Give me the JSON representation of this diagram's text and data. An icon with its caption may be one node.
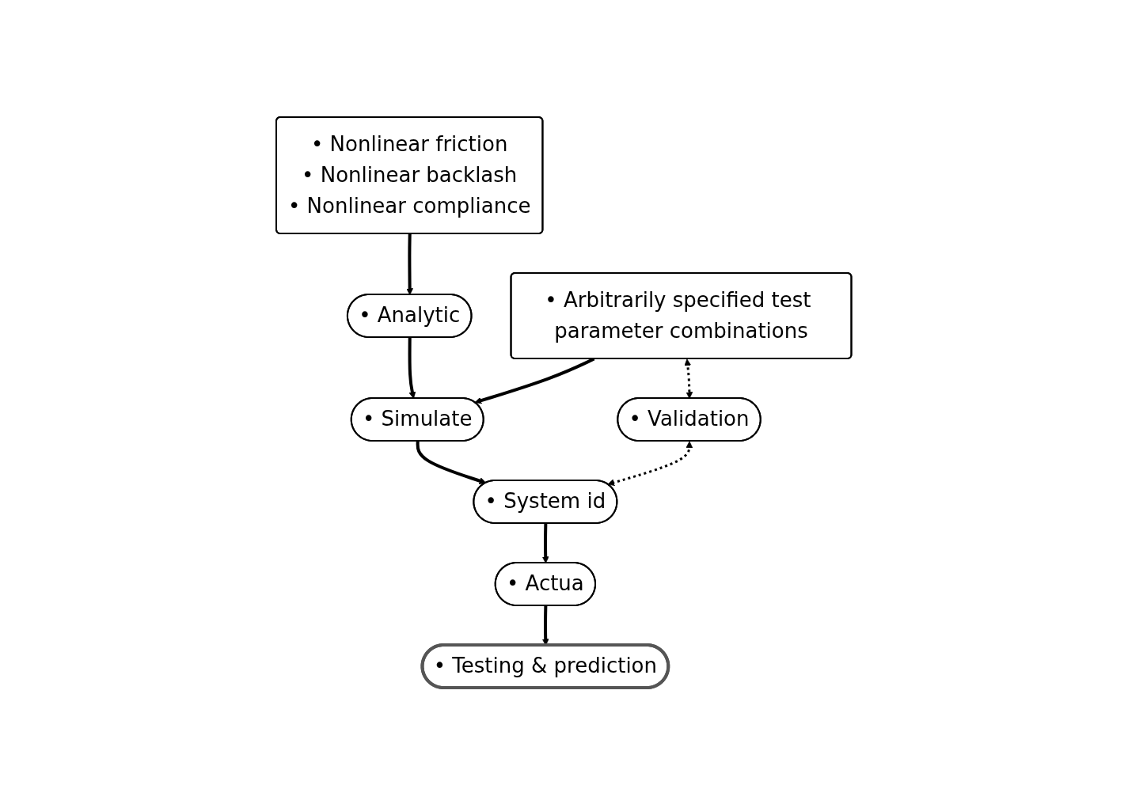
{
  "diagram": {
    "nodes": [
      {
        "text": [
          "• Nonlinear friction",
          "• Nonlinear backlash",
          "• Nonlinear compliance"
        ]
      },
      {
        "text": [
          "• Analytic"
        ]
      },
      {
        "text": [
          "• Arbitrarily specified test parameter combinations"
        ]
      },
      {
        "text": [
          "• Simulate"
        ]
      },
      {
        "text": [
          "• Validation"
        ]
      },
      {
        "text": [
          "• System id"
        ]
      },
      {
        "text": [
          "• Testing & prediction"
        ]
      },
      {
        "text": [
          "• Actua"
        ]
      }
    ],
    "edges": [
      {
        "from": 0,
        "to": 1,
        "arrow": "to"
      },
      {
        "from": 1,
        "to": 3,
        "arrow": "to"
      },
      {
        "from": 2,
        "to": 3,
        "arrow": "to"
      },
      {
        "from": 2,
        "to": 4,
        "arrow": "both",
        "style": "dashed"
      },
      {
        "from": 3,
        "to": 5,
        "arrow": "to"
      },
      {
        "from": 4,
        "to": 5,
        "arrow": "both",
        "style": "dashed"
      },
      {
        "from": 5,
        "to": 7,
        "arrow": "to"
      },
      {
        "from": 7,
        "to": 6,
        "arrow": "to"
      }
    ]
  }
}
